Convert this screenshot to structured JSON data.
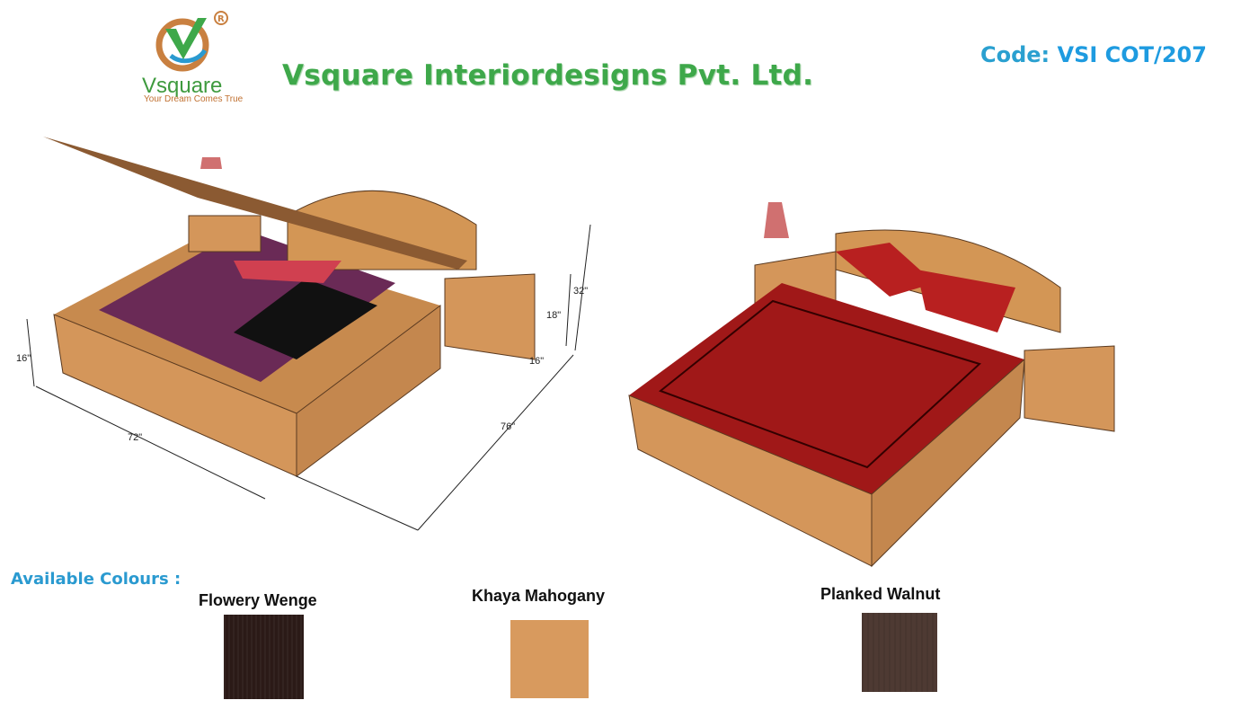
{
  "header": {
    "logo": {
      "name": "Vsquare",
      "tagline": "Your Dream Comes True",
      "registered": "®"
    },
    "company": "Vsquare Interiordesigns Pvt. Ltd.",
    "code_label": "Code:",
    "code_value": "VSI COT/207"
  },
  "dimensions": {
    "width": "72\"",
    "length": "76\"",
    "bed_height": "16\"",
    "headboard_height": "32\"",
    "side_table_height": "18\"",
    "side_table_depth": "16\""
  },
  "colours": {
    "title": "Available Colours :",
    "items": [
      {
        "name": "Flowery Wenge",
        "color": "#2b1a17"
      },
      {
        "name": "Khaya Mahogany",
        "color": "#d89a5e"
      },
      {
        "name": "Planked Walnut",
        "color": "#4e3a33"
      }
    ]
  }
}
